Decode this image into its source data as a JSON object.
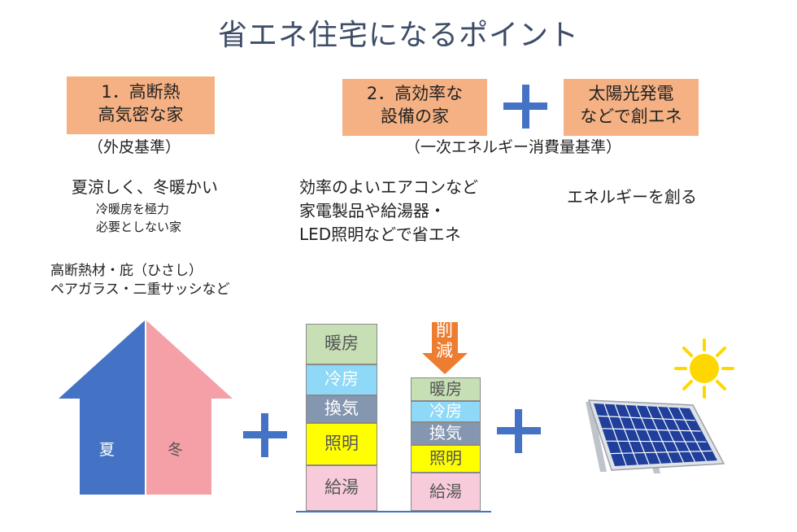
{
  "title": "省エネ住宅になるポイント",
  "point1": {
    "line1": "1．高断熱",
    "line2": "高気密な家",
    "standard": "（外皮基準）"
  },
  "point2": {
    "line1": "2．高効率な",
    "line2": "設備の家"
  },
  "point3": {
    "line1": "太陽光発電",
    "line2": "などで創エネ"
  },
  "standard2": "（一次エネルギー消費量基準）",
  "desc1": {
    "main": "夏涼しく、冬暖かい",
    "sub1": "冷暖房を極力",
    "sub2": "必要としない家"
  },
  "desc2": {
    "line1": "効率のよいエアコンなど",
    "line2": "家電製品や給湯器・",
    "line3": "LED照明などで省エネ"
  },
  "desc3": "エネルギーを創る",
  "note": {
    "line1": "高断熱材・庇（ひさし）",
    "line2": "ペアガラス・二重サッシなど"
  },
  "house": {
    "left": "夏",
    "right": "冬",
    "left_color": "#4472c4",
    "right_color": "#f4a0a6"
  },
  "reduction_label": "削減",
  "stack_before": [
    {
      "label": "暖房",
      "color": "#c6dfb4",
      "text_color": "#555555"
    },
    {
      "label": "冷房",
      "color": "#8ed8f8",
      "text_color": "#ffffff"
    },
    {
      "label": "換気",
      "color": "#8496b0",
      "text_color": "#ffffff"
    },
    {
      "label": "照明",
      "color": "#ffff00",
      "text_color": "#555555"
    },
    {
      "label": "給湯",
      "color": "#f8cbdb",
      "text_color": "#555555"
    }
  ],
  "stack_after": [
    {
      "label": "暖房",
      "color": "#c6dfb4",
      "text_color": "#555555"
    },
    {
      "label": "冷房",
      "color": "#8ed8f8",
      "text_color": "#ffffff"
    },
    {
      "label": "換気",
      "color": "#8496b0",
      "text_color": "#ffffff"
    },
    {
      "label": "照明",
      "color": "#ffff00",
      "text_color": "#555555"
    },
    {
      "label": "給湯",
      "color": "#f8cbdb",
      "text_color": "#555555"
    }
  ],
  "colors": {
    "accent": "#4472c4",
    "orange": "#f5b183",
    "arrow": "#ed7d31",
    "sun": "#ffd700"
  }
}
